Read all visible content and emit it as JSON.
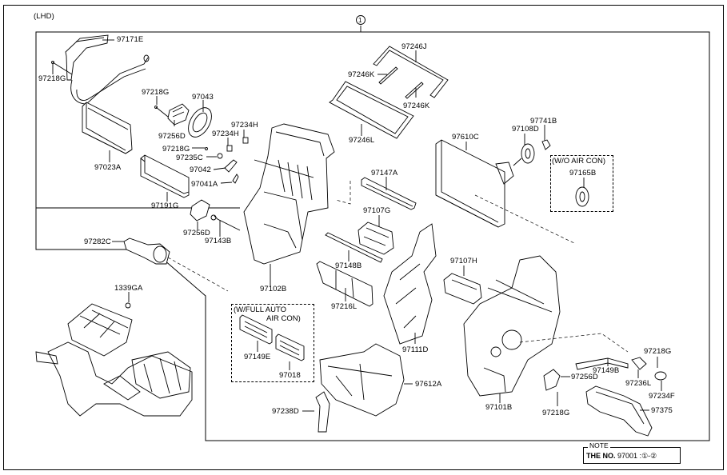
{
  "diagram": {
    "variant_label": "(LHD)",
    "assembly_ref": "1",
    "parts": [
      {
        "id": "97171E"
      },
      {
        "id": "97218G"
      },
      {
        "id": "97023A"
      },
      {
        "id": "97218G"
      },
      {
        "id": "97043"
      },
      {
        "id": "97256D"
      },
      {
        "id": "97234H"
      },
      {
        "id": "97234H"
      },
      {
        "id": "97218G"
      },
      {
        "id": "97235C"
      },
      {
        "id": "97042"
      },
      {
        "id": "97041A"
      },
      {
        "id": "97191G"
      },
      {
        "id": "97256D"
      },
      {
        "id": "97143B"
      },
      {
        "id": "97282C"
      },
      {
        "id": "1339GA"
      },
      {
        "id": "97102B"
      },
      {
        "id": "97246J"
      },
      {
        "id": "97246K"
      },
      {
        "id": "97246K"
      },
      {
        "id": "97246L"
      },
      {
        "id": "97610C"
      },
      {
        "id": "97108D"
      },
      {
        "id": "97741B"
      },
      {
        "id": "97165B"
      },
      {
        "id": "97147A"
      },
      {
        "id": "97107G"
      },
      {
        "id": "97148B"
      },
      {
        "id": "97216L"
      },
      {
        "id": "97107H"
      },
      {
        "id": "97111D"
      },
      {
        "id": "97149E"
      },
      {
        "id": "97018"
      },
      {
        "id": "97612A"
      },
      {
        "id": "97238D"
      },
      {
        "id": "97101B"
      },
      {
        "id": "97218G"
      },
      {
        "id": "97256D"
      },
      {
        "id": "97149B"
      },
      {
        "id": "97218G"
      },
      {
        "id": "97236L"
      },
      {
        "id": "97234F"
      },
      {
        "id": "97375"
      }
    ],
    "option_boxes": [
      {
        "title": "(W/O AIR CON)",
        "parts": [
          "97165B"
        ]
      },
      {
        "title_line1": "(W/FULL AUTO",
        "title_line2": "AIR CON)",
        "parts": [
          "97149E",
          "97018"
        ]
      }
    ],
    "note": {
      "title": "NOTE",
      "prefix": "THE NO.",
      "number": "97001",
      "range": ":①-②"
    }
  }
}
